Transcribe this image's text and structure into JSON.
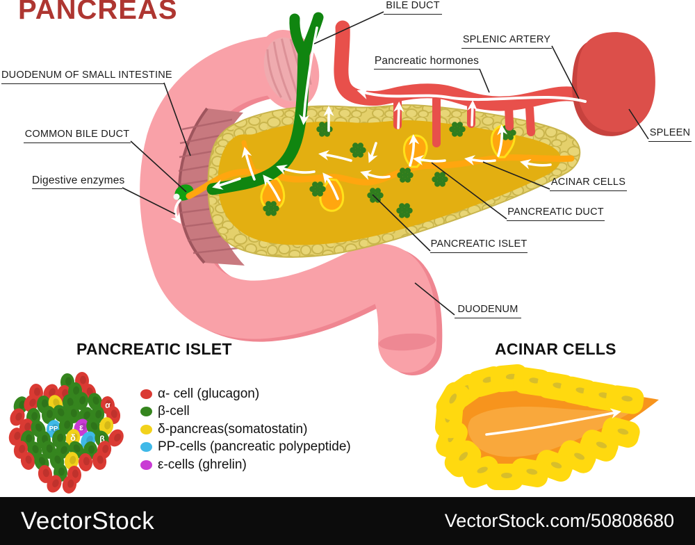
{
  "title": "PANCREAS",
  "theme": {
    "title_color": "#AE3631",
    "label_color": "#1c1c1c",
    "line_color": "#1f1f1f",
    "footer_bg": "#0c0c0c",
    "footer_text": "#ffffff",
    "pancreas_gold": "#E3AF11",
    "pancreas_cobble": "#E4D06B",
    "duct_orange": "#FFA60F",
    "bile_green": "#108510",
    "artery_red": "#E8504B",
    "spleen_red": "#DC4F4A",
    "duodenum_pink": "#F9A1A8"
  },
  "labels": {
    "bile_duct": "BILE DUCT",
    "splenic_artery": "SPLENIC ARTERY",
    "pancreatic_hormones": "Pancreatic hormones",
    "duodenum_small_intestine": "DUODENUM OF SMALL INTESTINE",
    "common_bile_duct": "COMMON BILE DUCT",
    "digestive_enzymes": "Digestive enzymes",
    "spleen": "SPLEEN",
    "acinar_cells": "ACINAR CELLS",
    "pancreatic_duct": "PANCREATIC DUCT",
    "pancreatic_islet": "PANCREATIC ISLET",
    "duodenum": "DUODENUM"
  },
  "sections": {
    "islet_heading": "PANCREATIC ISLET",
    "acinar_heading": "ACINAR CELLS"
  },
  "legend": {
    "items": [
      {
        "label": "α- cell (glucagon)",
        "color": "#DA3A33"
      },
      {
        "label": "β-cell",
        "color": "#35851E"
      },
      {
        "label": "δ-pancreas(somatostatin)",
        "color": "#F2D21B"
      },
      {
        "label": "PP-cells (pancreatic polypeptide)",
        "color": "#3FB9E8"
      },
      {
        "label": "ε-cells (ghrelin)",
        "color": "#C93BD4"
      }
    ]
  },
  "islet_cluster": {
    "palette": {
      "r": "#DA3A33",
      "g": "#35851E",
      "y": "#F2D21B",
      "b": "#3FB9E8",
      "m": "#C93BD4"
    },
    "cells": [
      [
        97,
        550,
        "g"
      ],
      [
        118,
        548,
        "r"
      ],
      [
        52,
        565,
        "r"
      ],
      [
        73,
        565,
        "r"
      ],
      [
        92,
        567,
        "r"
      ],
      [
        108,
        563,
        "g"
      ],
      [
        128,
        565,
        "r"
      ],
      [
        30,
        583,
        "g"
      ],
      [
        45,
        580,
        "r"
      ],
      [
        63,
        582,
        "g"
      ],
      [
        80,
        581,
        "y"
      ],
      [
        100,
        580,
        "g"
      ],
      [
        117,
        577,
        "g"
      ],
      [
        137,
        578,
        "g"
      ],
      [
        155,
        583,
        "r",
        "α"
      ],
      [
        25,
        600,
        "r"
      ],
      [
        48,
        600,
        "g"
      ],
      [
        70,
        597,
        "g"
      ],
      [
        87,
        595,
        "g"
      ],
      [
        105,
        596,
        "g"
      ],
      [
        123,
        598,
        "g"
      ],
      [
        140,
        597,
        "g"
      ],
      [
        163,
        597,
        "r"
      ],
      [
        38,
        615,
        "r"
      ],
      [
        55,
        617,
        "g"
      ],
      [
        77,
        617,
        "b",
        "PP"
      ],
      [
        95,
        612,
        "g"
      ],
      [
        117,
        615,
        "m",
        "ε"
      ],
      [
        135,
        615,
        "g"
      ],
      [
        153,
        613,
        "y"
      ],
      [
        23,
        628,
        "r"
      ],
      [
        40,
        632,
        "g"
      ],
      [
        63,
        633,
        "g"
      ],
      [
        85,
        631,
        "g"
      ],
      [
        105,
        630,
        "y",
        "δ"
      ],
      [
        127,
        633,
        "b"
      ],
      [
        147,
        632,
        "g",
        "β"
      ],
      [
        167,
        630,
        "r"
      ],
      [
        30,
        647,
        "r"
      ],
      [
        50,
        648,
        "g"
      ],
      [
        70,
        647,
        "g"
      ],
      [
        90,
        648,
        "g"
      ],
      [
        110,
        647,
        "g"
      ],
      [
        130,
        648,
        "g"
      ],
      [
        150,
        647,
        "r"
      ],
      [
        40,
        663,
        "r"
      ],
      [
        60,
        665,
        "g"
      ],
      [
        82,
        663,
        "g"
      ],
      [
        103,
        663,
        "y"
      ],
      [
        123,
        665,
        "r"
      ],
      [
        143,
        663,
        "r"
      ],
      [
        65,
        682,
        "r"
      ],
      [
        87,
        680,
        "g"
      ],
      [
        107,
        683,
        "r"
      ],
      [
        78,
        696,
        "r"
      ],
      [
        100,
        697,
        "r"
      ]
    ]
  },
  "footer": {
    "brand": "VectorStock",
    "image_id": "VectorStock.com/50808680"
  }
}
